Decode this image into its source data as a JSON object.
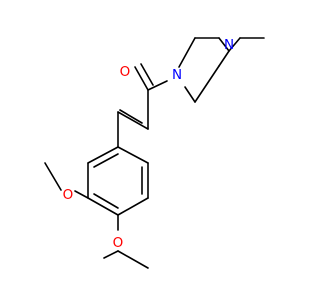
{
  "molecule": {
    "atoms": {
      "carbonyl_o": "O",
      "piperazine_n1": "N",
      "piperazine_n4": "N",
      "methoxy_o_3": "O",
      "methoxy_o_4": "O"
    },
    "colors": {
      "bond": "#000000",
      "oxygen": "#ff0000",
      "nitrogen": "#0000ff",
      "background": "#ffffff"
    }
  }
}
